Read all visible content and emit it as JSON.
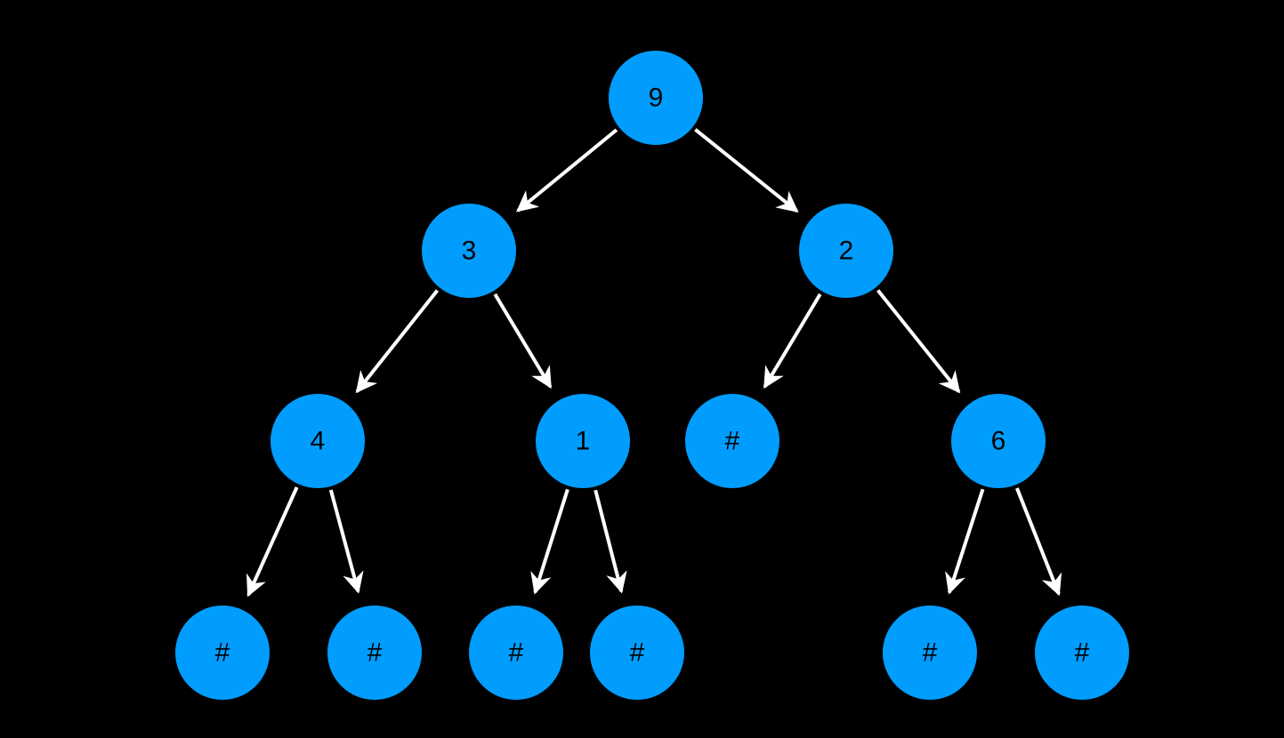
{
  "colors": {
    "background": "#000000",
    "node_fill": "#009DFF",
    "node_text": "#000000",
    "edge": "#FFFFFF"
  },
  "tree": {
    "nodes": [
      {
        "id": "n9",
        "label": "9"
      },
      {
        "id": "n3",
        "label": "3"
      },
      {
        "id": "n2",
        "label": "2"
      },
      {
        "id": "n4",
        "label": "4"
      },
      {
        "id": "n1",
        "label": "1"
      },
      {
        "id": "n2l",
        "label": "#"
      },
      {
        "id": "n6",
        "label": "6"
      },
      {
        "id": "n4l",
        "label": "#"
      },
      {
        "id": "n4r",
        "label": "#"
      },
      {
        "id": "n1l",
        "label": "#"
      },
      {
        "id": "n1r",
        "label": "#"
      },
      {
        "id": "n6l",
        "label": "#"
      },
      {
        "id": "n6r",
        "label": "#"
      }
    ],
    "edges": [
      {
        "from": "n9",
        "to": "n3"
      },
      {
        "from": "n9",
        "to": "n2"
      },
      {
        "from": "n3",
        "to": "n4"
      },
      {
        "from": "n3",
        "to": "n1"
      },
      {
        "from": "n2",
        "to": "n2l"
      },
      {
        "from": "n2",
        "to": "n6"
      },
      {
        "from": "n4",
        "to": "n4l"
      },
      {
        "from": "n4",
        "to": "n4r"
      },
      {
        "from": "n1",
        "to": "n1l"
      },
      {
        "from": "n1",
        "to": "n1r"
      },
      {
        "from": "n6",
        "to": "n6l"
      },
      {
        "from": "n6",
        "to": "n6r"
      }
    ]
  }
}
